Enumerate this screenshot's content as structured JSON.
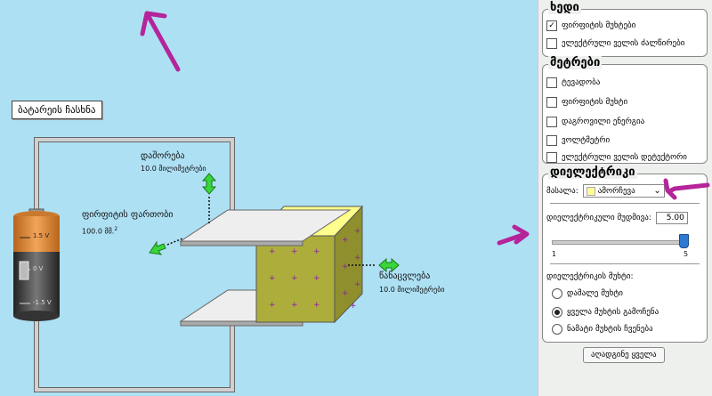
{
  "annotation_colors": {
    "pen": "#b5249a"
  },
  "sim": {
    "battery_button": "ბატარეის ჩასხნა",
    "separation": {
      "title": "დაშორება",
      "value": "10.0 მილიმეტრები"
    },
    "plate_area": {
      "title": "ფირფიტის ფართობი",
      "value": "100.0 მმ.",
      "exp": "2"
    },
    "overlap": {
      "title": "წანაცვლება",
      "value": "10.0 მილიმეტრები"
    },
    "battery_labels": {
      "top": "1.5 V",
      "mid": "0 V",
      "bottom": "-1.5 V"
    },
    "dielectric_charge_symbol": "+"
  },
  "panel": {
    "view": {
      "title": "ხედი",
      "items": [
        {
          "label": "ფირფიტის მუხტები",
          "checked": true
        },
        {
          "label": "ელექტრული ველის ძალწირები",
          "checked": false
        }
      ]
    },
    "meters": {
      "title": "მეტრები",
      "items": [
        {
          "label": "ტევადობა",
          "checked": false
        },
        {
          "label": "ფირფიტის მუხტი",
          "checked": false
        },
        {
          "label": "დაგროვილი ენერგია",
          "checked": false
        },
        {
          "label": "ვოლტმეტრი",
          "checked": false
        },
        {
          "label": "ელექტრული ველის დეტექტორი",
          "checked": false
        }
      ]
    },
    "dielectric": {
      "title": "დიელექტრიკი",
      "material_label": "მასალა:",
      "material_value": "ამორჩევა",
      "material_color": "#ffff99",
      "constant_label": "დიელექტრიკული მუდმივა:",
      "constant_value": "5.00",
      "slider_min": "1",
      "slider_max": "5",
      "slider_value": 5,
      "charges_label": "დიელექტრიკის მუხტი:",
      "charges": [
        {
          "label": "დამალე მუხტი",
          "selected": false
        },
        {
          "label": "ყველა მუხტის გამოჩენა",
          "selected": true
        },
        {
          "label": "ნამატი მუხტის ჩვენება",
          "selected": false
        }
      ]
    },
    "reset_button": "აღადგინე ყველა"
  }
}
